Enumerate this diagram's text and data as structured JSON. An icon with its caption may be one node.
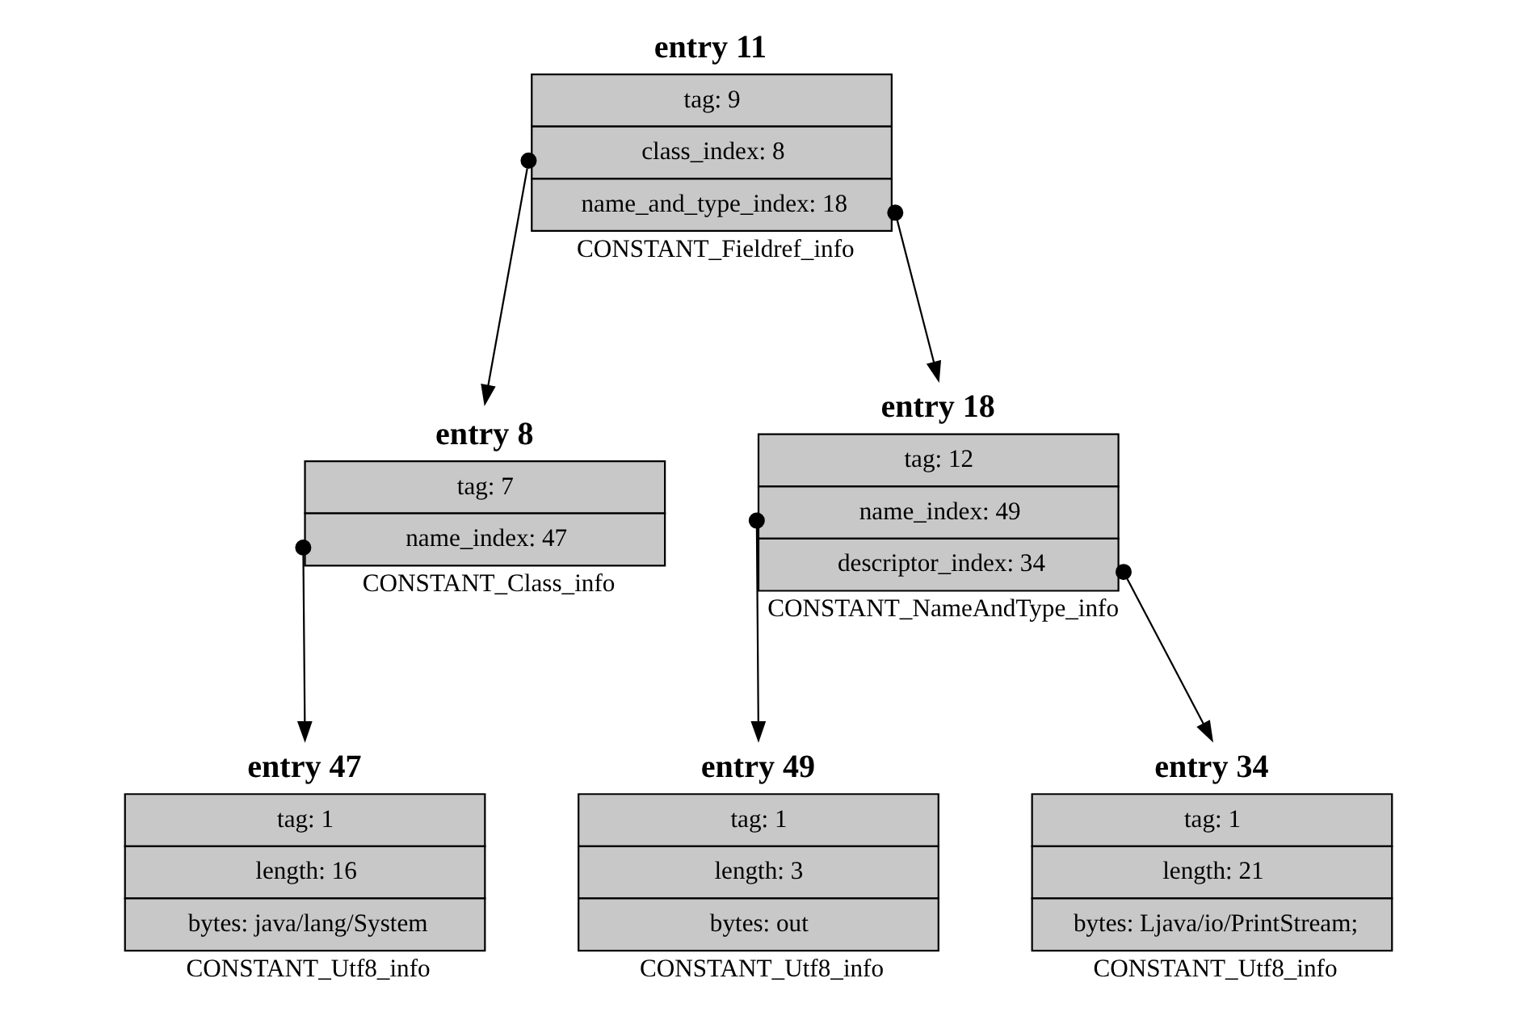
{
  "diagram": {
    "nodes": [
      {
        "text": [
          "entry 11",
          "tag: 9",
          "class_index: 8",
          "name_and_type_index: 18"
        ],
        "beside": [
          "CONSTANT_Fieldref_info"
        ]
      },
      {
        "text": [
          "entry 8",
          "tag: 7",
          "name_index: 47"
        ],
        "beside": [
          "CONSTANT_Class_info"
        ]
      },
      {
        "text": [
          "entry 18",
          "tag: 12",
          "name_index: 49",
          "descriptor_index: 34"
        ],
        "beside": [
          "CONSTANT_NameAndType_info"
        ]
      },
      {
        "text": [
          "entry 47",
          "tag: 1",
          "length: 16",
          "bytes: java/lang/System"
        ],
        "beside": [
          "CONSTANT_Utf8_info"
        ]
      },
      {
        "text": [
          "entry 49",
          "tag: 1",
          "length: 3",
          "bytes: out"
        ],
        "beside": [
          "CONSTANT_Utf8_info"
        ]
      },
      {
        "text": [
          "entry 34",
          "tag: 1",
          "length: 21",
          "bytes: Ljava/io/PrintStream;"
        ],
        "beside": [
          "CONSTANT_Utf8_info"
        ]
      }
    ],
    "edges": [
      {
        "from": 0,
        "to": 1,
        "arrow": "to"
      },
      {
        "from": 0,
        "to": 2,
        "arrow": "to"
      },
      {
        "from": 1,
        "to": 3,
        "arrow": "to"
      },
      {
        "from": 2,
        "to": 4,
        "arrow": "to"
      },
      {
        "from": 2,
        "to": 5,
        "arrow": "to"
      }
    ]
  }
}
